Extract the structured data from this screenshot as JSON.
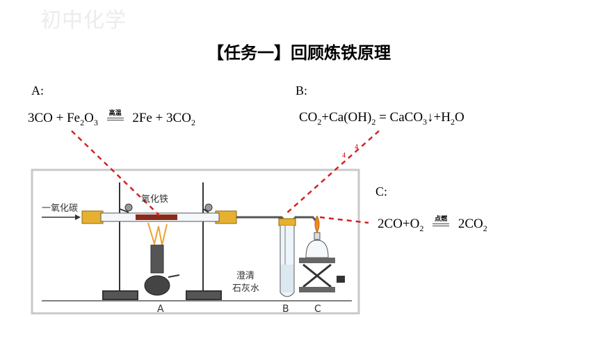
{
  "watermark": "初中化学",
  "title": "【任务一】回顾炼铁原理",
  "labels": {
    "a": "A:",
    "b": "B:",
    "c": "C:"
  },
  "eq_a": {
    "left": "3CO + Fe",
    "s1": "2",
    "mid": "O",
    "s2": "3",
    "cond": "高温",
    "right": "2Fe + 3CO",
    "s3": "2"
  },
  "eq_b": {
    "p1": "CO",
    "s1": "2",
    "p2": "+Ca(OH)",
    "s2": "2",
    "p3": " = CaCO",
    "s3": "3",
    "p4": "↓+H",
    "s4": "2",
    "p5": "O"
  },
  "eq_c": {
    "p1": "2CO+O",
    "s1": "2",
    "cond": "点燃",
    "p2": "2CO",
    "s2": "2"
  },
  "stray_marks": {
    "m1": "4",
    "m2": "4"
  },
  "apparatus": {
    "gas_in": "一氧化碳",
    "oxide": "氧化铁",
    "solution_line1": "澄清",
    "solution_line2": "石灰水",
    "letter_a": "A",
    "letter_b": "B",
    "letter_c": "C"
  },
  "colors": {
    "leader": "#d42020",
    "frame": "#c8c8c8",
    "apparatus": "#333333"
  }
}
